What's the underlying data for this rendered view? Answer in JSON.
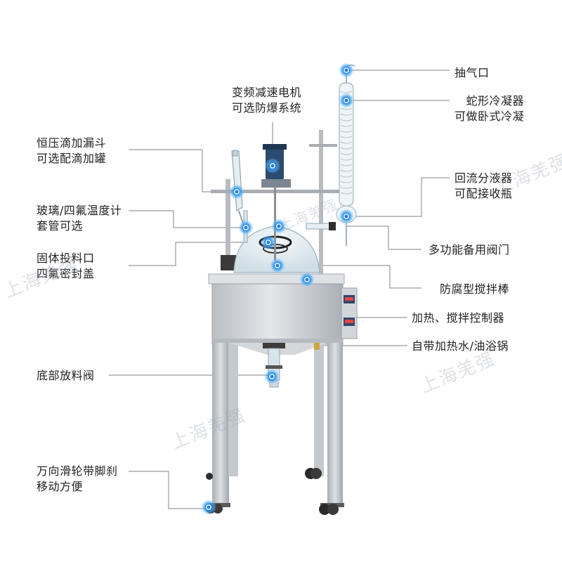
{
  "colors": {
    "leader": "#9a9a9a",
    "marker": "#1e7fe0",
    "marker_glow": "#8fd0ff",
    "steel": "#c9cdd1",
    "steel_dark": "#9aa0a6",
    "glass": "#dfeaf0",
    "motor": "#2b4a6e"
  },
  "icons": {
    "callout_marker": "glowing-blue-dot-icon"
  },
  "labels": {
    "vacuum_port": "抽气口",
    "coil_condenser_1": "蛇形冷凝器",
    "coil_condenser_2": "可做卧式冷凝",
    "motor_1": "变频减速电机",
    "motor_2": "可选防爆系统",
    "dropping_funnel_1": "恒压滴加漏斗",
    "dropping_funnel_2": "可选配滴加罐",
    "reflux_1": "回流分液器",
    "reflux_2": "可配接收瓶",
    "thermo_1": "玻璃/四氟温度计",
    "thermo_2": "套管可选",
    "multi_valve": "多功能备用阀门",
    "feed_port_1": "固体投料口",
    "feed_port_2": "四氟密封盖",
    "stir_rod": "防腐型搅拌棒",
    "controller": "加热、搅拌控制器",
    "bath": "自带加热水/油浴锅",
    "bottom_valve": "底部放料阀",
    "casters_1": "万向滑轮带脚刹",
    "casters_2": "移动方便"
  },
  "watermark_text": "上海羌强"
}
